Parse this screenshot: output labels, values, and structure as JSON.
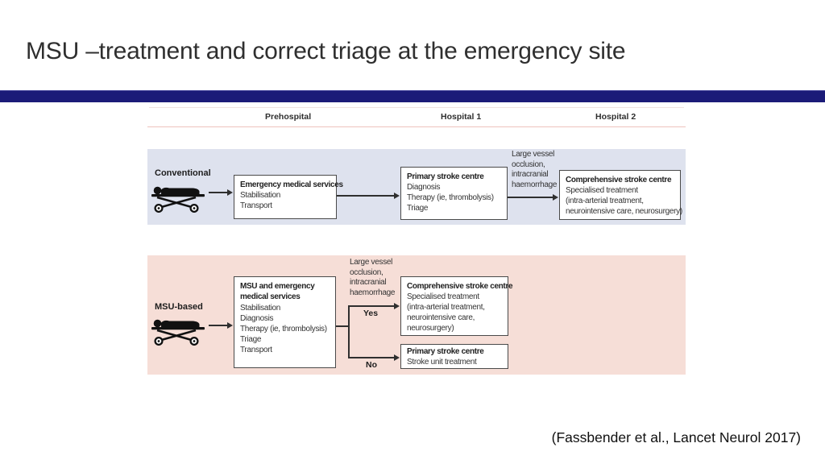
{
  "slide": {
    "title": "MSU –treatment and correct triage at the emergency site",
    "citation": "(Fassbender et al., Lancet Neurol 2017)"
  },
  "figure": {
    "column_headers": [
      "Prehospital",
      "Hospital 1",
      "Hospital 2"
    ],
    "lvo_label": "Large vessel occlusion, intracranial haemorrhage",
    "conventional": {
      "row_label": "Conventional",
      "ems_box": {
        "title": "Emergency medical services",
        "lines": [
          "Stabilisation",
          "Transport"
        ]
      },
      "primary_box": {
        "title": "Primary stroke centre",
        "lines": [
          "Diagnosis",
          "Therapy (ie, thrombolysis)",
          "Triage"
        ]
      },
      "comprehensive_box": {
        "title": "Comprehensive stroke centre",
        "lines": [
          "Specialised treatment",
          "(intra-arterial treatment,",
          "neurointensive care, neurosurgery)"
        ]
      }
    },
    "msu": {
      "row_label": "MSU-based",
      "msu_box": {
        "title_lines": [
          "MSU and emergency",
          "medical services"
        ],
        "lines": [
          "Stabilisation",
          "Diagnosis",
          "Therapy (ie, thrombolysis)",
          "Triage",
          "Transport"
        ]
      },
      "yes_label": "Yes",
      "no_label": "No",
      "comprehensive_box": {
        "title": "Comprehensive stroke centre",
        "lines": [
          "Specialised treatment",
          "(intra-arterial treatment,",
          "neurointensive care,",
          "neurosurgery)"
        ]
      },
      "primary_box": {
        "title": "Primary stroke centre",
        "lines": [
          "Stroke unit treatment"
        ]
      }
    },
    "colors": {
      "accent_bar": "#1b1b78",
      "conventional_band": "#dee2ee",
      "msu_band": "#f6ded7",
      "header_rule": "#eec3bd"
    }
  }
}
